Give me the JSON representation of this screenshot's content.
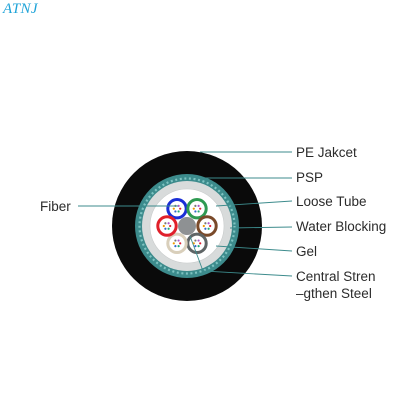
{
  "watermark": {
    "text": "ATNJ",
    "color": "#1ea3d8"
  },
  "colors": {
    "jacket": "#0a0a0a",
    "psp": "#3c8b8c",
    "psp_highlight": "#7fc4c2",
    "water_blocking": "#d8dbdb",
    "gel": "#ffffff",
    "central_strength_steel": "#8e9193",
    "leader_line": "#3c8b8c",
    "label_text": "#2b2b2b"
  },
  "labels": {
    "fiber": "Fiber",
    "pe_jacket": "PE Jakcet",
    "psp": "PSP",
    "loose_tube": "Loose Tube",
    "water_blocking": "Water Blocking",
    "gel": "Gel",
    "central_strength_line1": "Central Stren",
    "central_strength_line2": "–gthen Steel"
  },
  "loose_tubes": [
    {
      "name": "blue",
      "color": "#1b2fd6"
    },
    {
      "name": "green",
      "color": "#2f9a52"
    },
    {
      "name": "brown",
      "color": "#7a4a2a"
    },
    {
      "name": "slate",
      "color": "#5f6566"
    },
    {
      "name": "natural",
      "color": "#d9cfbb"
    },
    {
      "name": "red",
      "color": "#e0202a"
    }
  ]
}
